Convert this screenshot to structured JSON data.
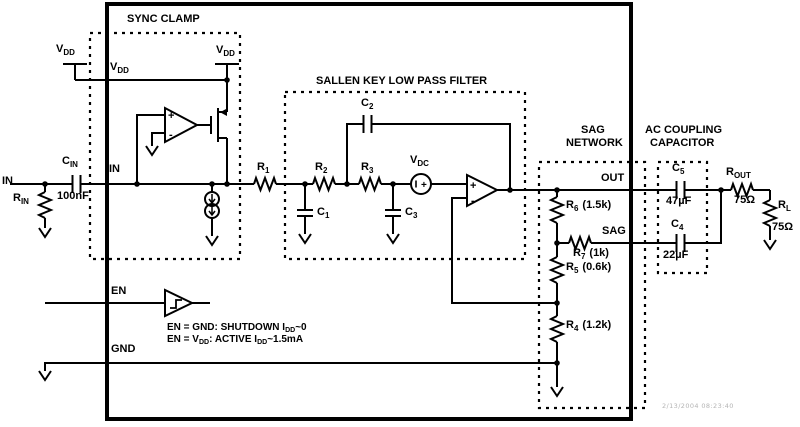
{
  "colors": {
    "ink": "#000000",
    "background": "#ffffff",
    "watermark": "#b4b4b4"
  },
  "sections": {
    "sync_clamp": "SYNC CLAMP",
    "sallen_key": "SALLEN KEY LOW PASS FILTER",
    "sag_line1": "SAG",
    "sag_line2": "NETWORK",
    "ac_line1": "AC COUPLING",
    "ac_line2": "CAPACITOR"
  },
  "pins": {
    "in_outer": "IN",
    "in_inner": "IN",
    "en": "EN",
    "gnd": "GND",
    "out": "OUT",
    "sag": "SAG"
  },
  "supplies": {
    "vdd_left": {
      "base": "V",
      "sub": "DD"
    },
    "vdd_inner": {
      "base": "V",
      "sub": "DD"
    },
    "vdd_right": {
      "base": "V",
      "sub": "DD"
    }
  },
  "components": {
    "rin": {
      "base": "R",
      "sub": "IN"
    },
    "cin": {
      "base": "C",
      "sub": "IN",
      "value": "100nF"
    },
    "r1": {
      "base": "R",
      "sub": "1"
    },
    "r2": {
      "base": "R",
      "sub": "2"
    },
    "r3": {
      "base": "R",
      "sub": "3"
    },
    "c1": {
      "base": "C",
      "sub": "1"
    },
    "c2": {
      "base": "C",
      "sub": "2"
    },
    "c3": {
      "base": "C",
      "sub": "3"
    },
    "vdc": {
      "base": "V",
      "sub": "DC",
      "plus": "+"
    },
    "r6": {
      "base": "R",
      "sub": "6",
      "value": "(1.5k)"
    },
    "r7": {
      "base": "R",
      "sub": "7",
      "value": "(1k)"
    },
    "r5": {
      "base": "R",
      "sub": "5",
      "value": "(0.6k)"
    },
    "r4": {
      "base": "R",
      "sub": "4",
      "value": "(1.2k)"
    },
    "c5": {
      "base": "C",
      "sub": "5",
      "value": "47µF"
    },
    "c4": {
      "base": "C",
      "sub": "4",
      "value": "22µF"
    },
    "rout": {
      "base": "R",
      "sub": "OUT",
      "value": "75Ω"
    },
    "rl": {
      "base": "R",
      "sub": "L",
      "value": "75Ω"
    }
  },
  "opamps": {
    "plus": "+",
    "minus": "-"
  },
  "notes": {
    "line1": {
      "p1": "EN = GND: SHUTDOWN I",
      "s1": "DD",
      "p2": "~0"
    },
    "line2": {
      "p1": "EN = V",
      "s1": "DD",
      "p2": ": ACTIVE I",
      "s2": "DD",
      "p3": "~1.5mA"
    }
  },
  "watermark": "2/13/2004 08:23:40"
}
